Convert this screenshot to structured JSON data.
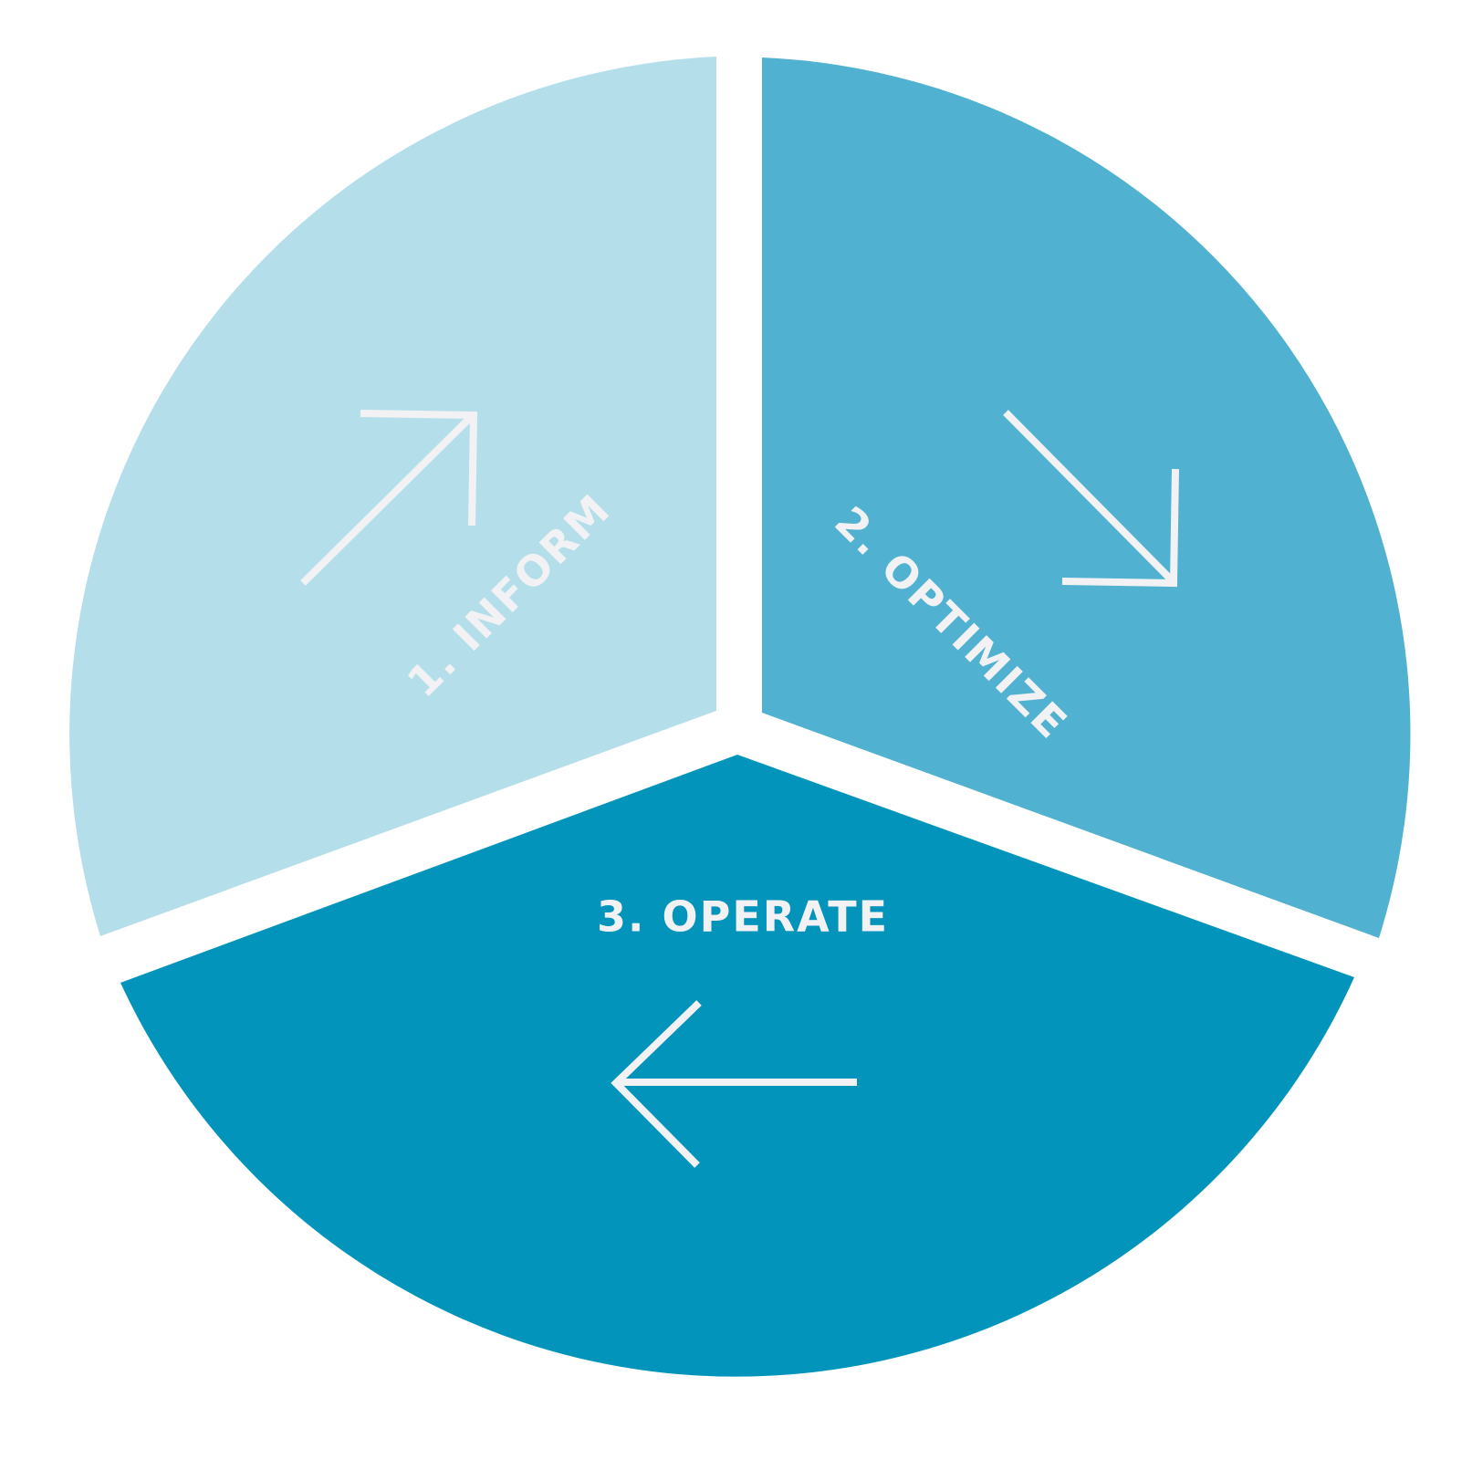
{
  "diagram": {
    "segments": [
      {
        "number": "1.",
        "name": "INFORM",
        "label": "1.  INFORM",
        "color": "#b4dfea",
        "arrow_direction": "up-right"
      },
      {
        "number": "2.",
        "name": "OPTIMIZE",
        "label": "2.  OPTIMIZE",
        "color": "#50b2d0",
        "arrow_direction": "down-right"
      },
      {
        "number": "3.",
        "name": "OPERATE",
        "label": "3.  OPERATE",
        "color": "#0394bb",
        "arrow_direction": "left"
      }
    ],
    "text_color": "#f2f2f4",
    "arrow_color": "#f2f2f4",
    "background": "#ffffff"
  }
}
